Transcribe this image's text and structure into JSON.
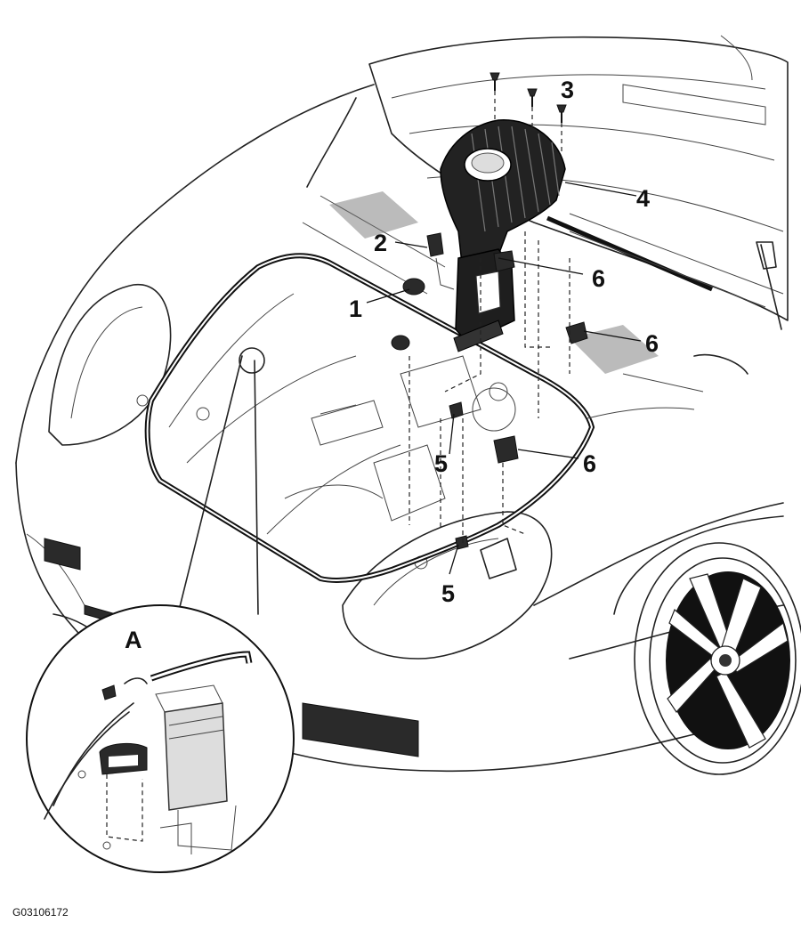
{
  "figure_id": "G03106172",
  "callouts": {
    "c1": "1",
    "c2": "2",
    "c3": "3",
    "c4": "4",
    "c5a": "5",
    "c5b": "5",
    "c6a": "6",
    "c6b": "6",
    "c6c": "6",
    "cA": "A"
  }
}
